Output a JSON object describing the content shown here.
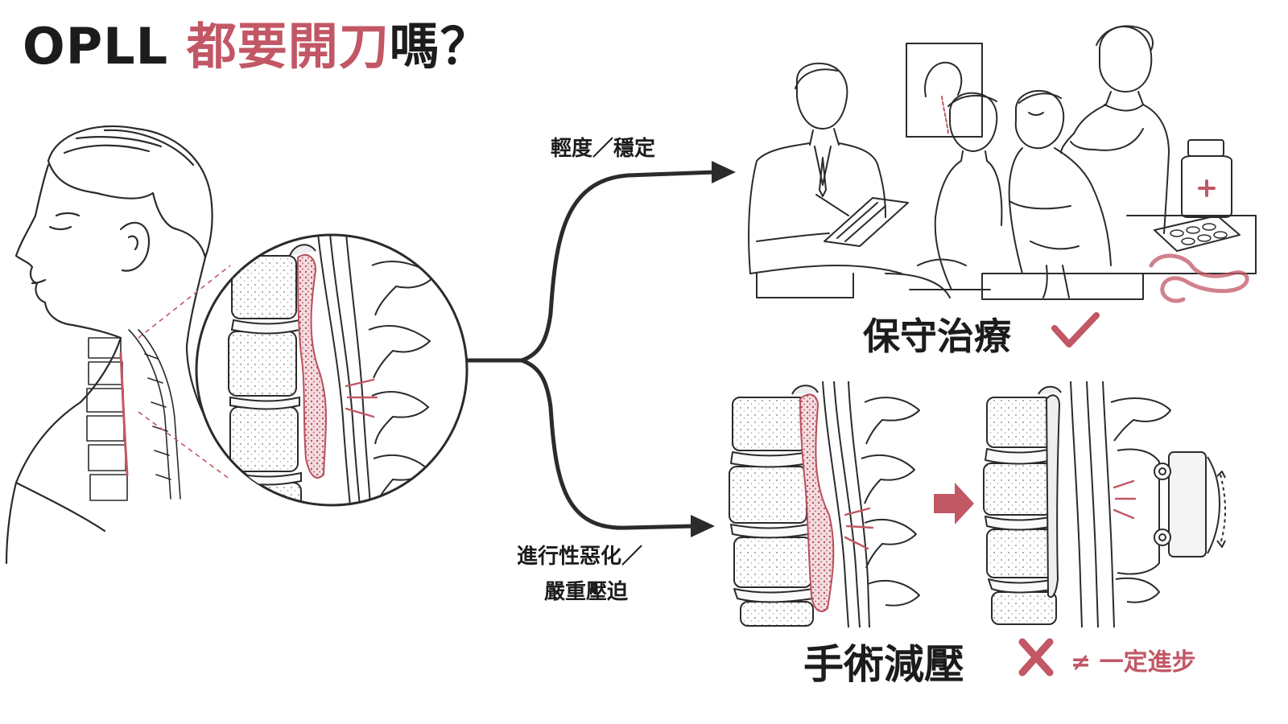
{
  "title": {
    "prefix": "OPLL",
    "highlight": "都要開刀",
    "suffix": "嗎？"
  },
  "branches": {
    "upper_label": "輕度／穩定",
    "lower_label_line1": "進行性惡化／",
    "lower_label_line2": "嚴重壓迫"
  },
  "outcomes": {
    "conservative_label": "保守治療",
    "surgery_label": "手術減壓",
    "surgery_note": "≠ 一定進步"
  },
  "colors": {
    "accent": "#c25765",
    "ink": "#1c1c1c",
    "line": "#2b2b2b"
  },
  "icons": {
    "conservative_mark": "check-icon",
    "surgery_mark": "cross-icon",
    "process_arrow": "arrow-right-icon"
  }
}
